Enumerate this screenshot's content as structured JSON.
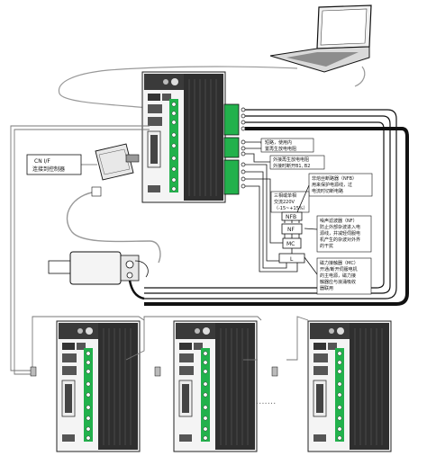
{
  "labels": {
    "cn_if": "CN I/F",
    "controller": "连接到控制器",
    "short_line1": "短路，使用内",
    "short_line2": "置再生放电电阻",
    "external_line1": "外接再生放电电阻",
    "external_line2": "外接时断开B1, B2",
    "nfb_line1": "非熔丝断路器（NFB）",
    "nfb_line2": "用来保护电源线，过",
    "nfb_line3": "电流时切断电路",
    "power_line1": "三相或单相",
    "power_line2": "交流220V",
    "power_line3": "（-15~+15%）",
    "nf_line1": "噪声滤波器（NF）",
    "nf_line2": "防止外部杂波进入电",
    "nf_line3": "源线，并减轻伺服电",
    "nf_line4": "机产生的杂波对外界",
    "nf_line5": "的干扰",
    "mc_line1": "磁力接触器（MC）",
    "mc_line2": "开通/断开伺服电机",
    "mc_line3": "的主电源，磁力接",
    "mc_line4": "触器应与浪涌吸收",
    "mc_line5": "器联用",
    "nfb_box": "NFB",
    "nf_box": "NF",
    "mc_box": "MC",
    "l_box": "L",
    "dots": "·······"
  },
  "colors": {
    "drive_body": "#2b2b2b",
    "terminal_green": "#22b14c",
    "cable": "#111111"
  }
}
